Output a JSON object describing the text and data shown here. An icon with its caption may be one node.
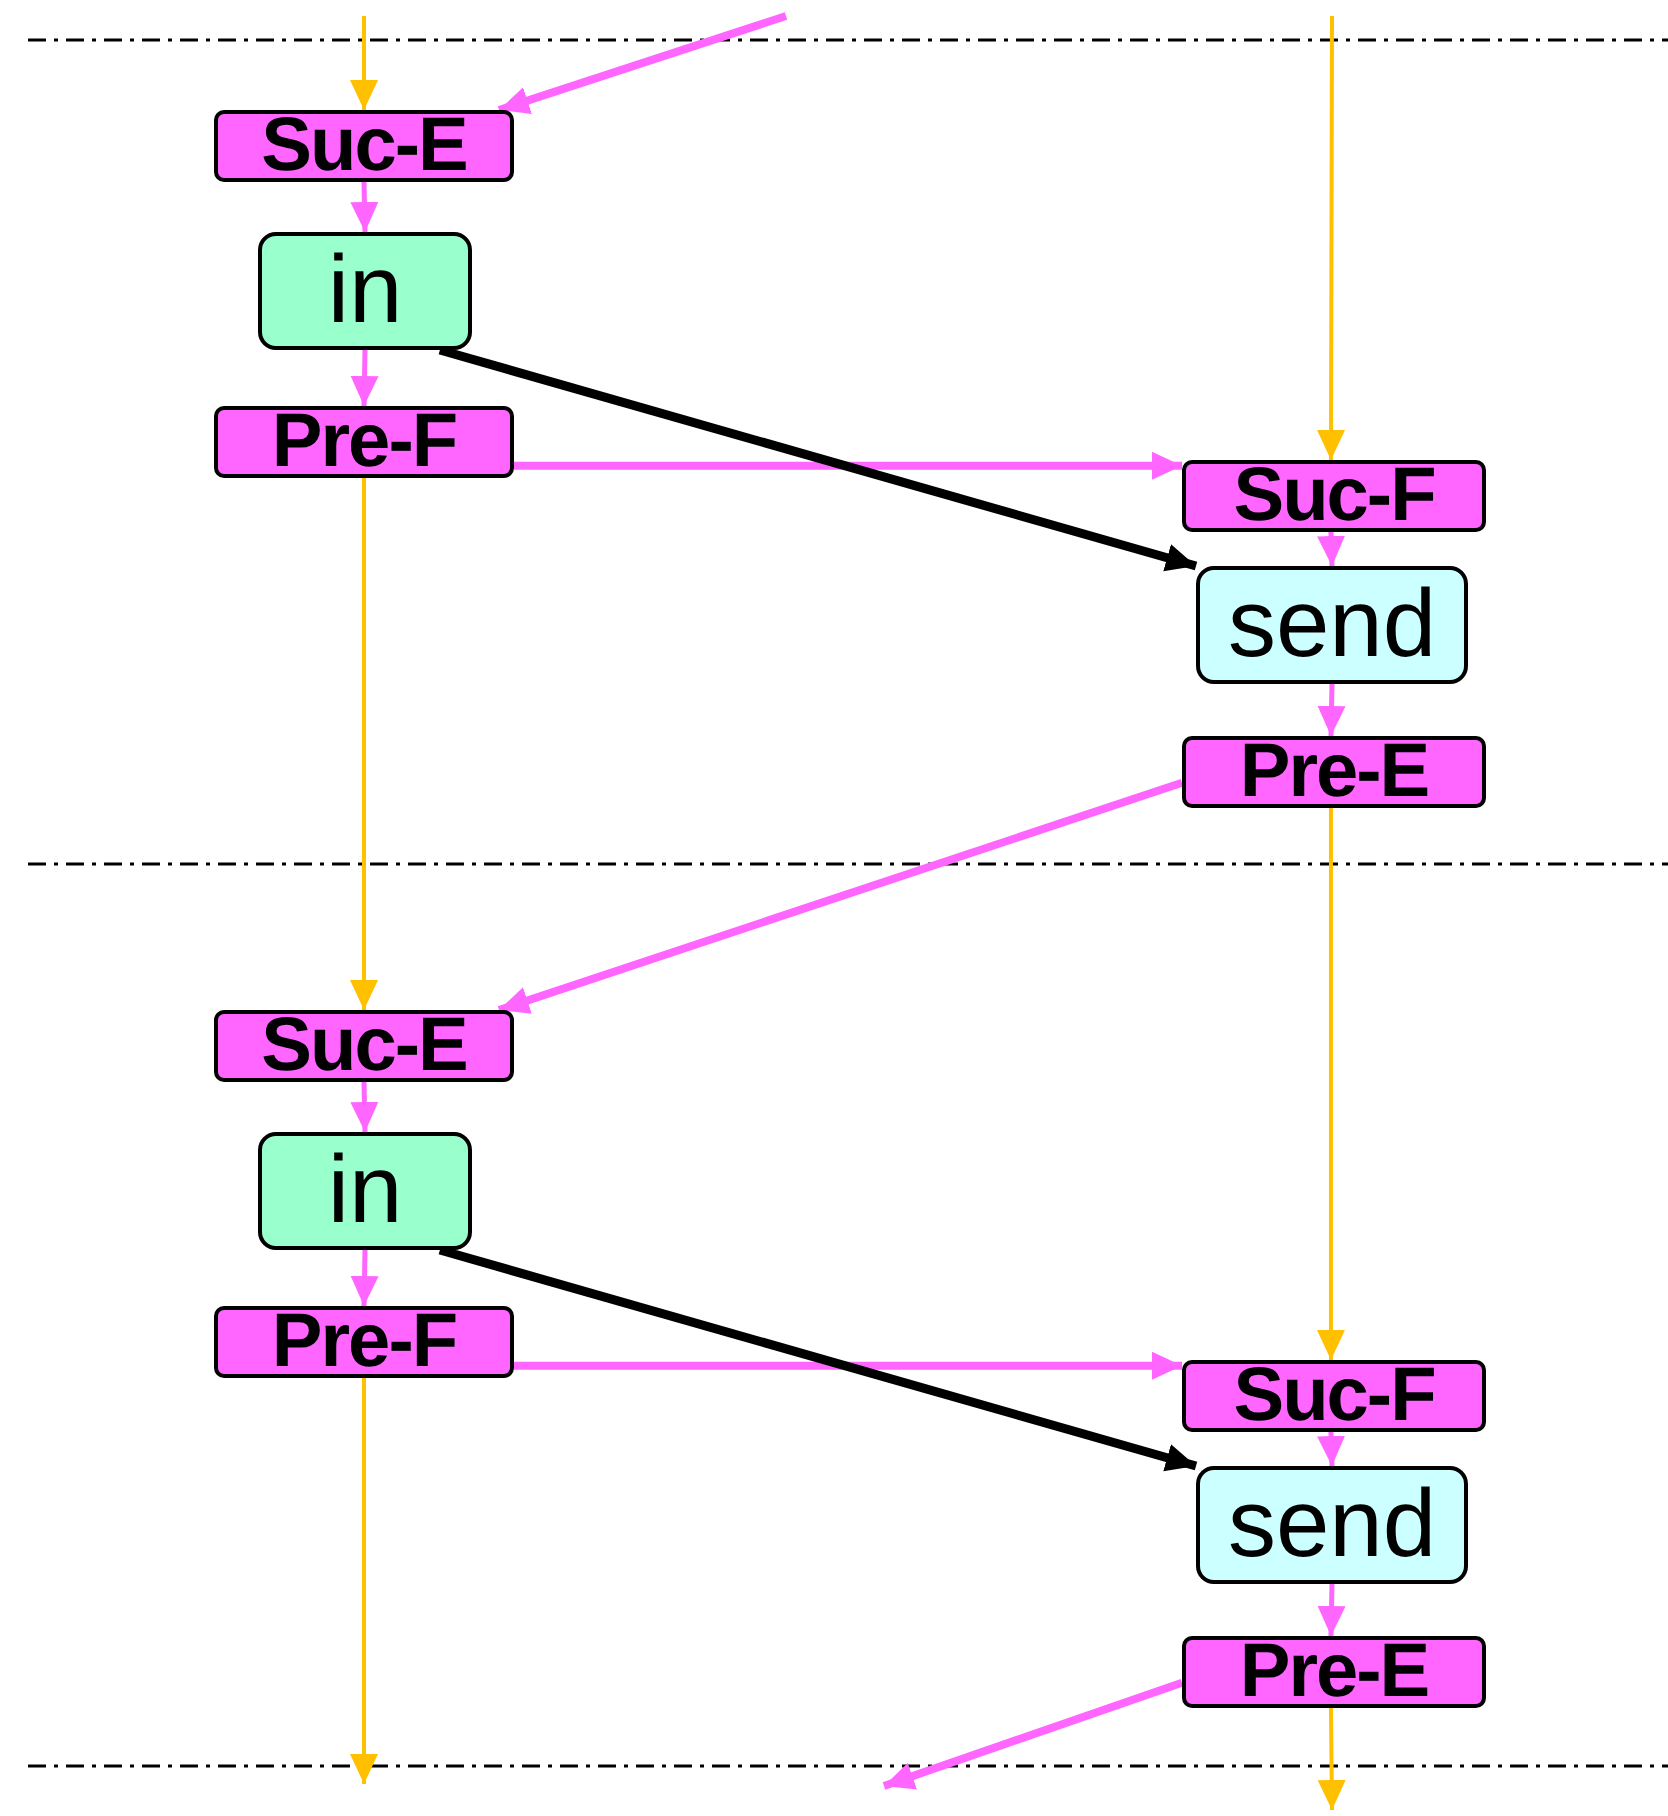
{
  "diagram": {
    "nodes": [
      {
        "text": [
          "Suc-E"
        ]
      },
      {
        "text": [
          "in"
        ]
      },
      {
        "text": [
          "Pre-F"
        ]
      },
      {
        "text": [
          "Suc-F"
        ]
      },
      {
        "text": [
          "send"
        ]
      },
      {
        "text": [
          "Pre-E"
        ]
      },
      {
        "text": [
          "Suc-E"
        ]
      },
      {
        "text": [
          "in"
        ]
      },
      {
        "text": [
          "Pre-F"
        ]
      },
      {
        "text": [
          "Suc-F"
        ]
      },
      {
        "text": [
          "send"
        ]
      },
      {
        "text": [
          "Pre-E"
        ]
      }
    ],
    "edges": [
      {
        "from": null,
        "to": 0,
        "arrow": "to",
        "color": "#ffc000"
      },
      {
        "from": null,
        "to": 0,
        "arrow": "to"
      },
      {
        "from": 0,
        "to": 1,
        "arrow": "to"
      },
      {
        "from": 1,
        "to": 2,
        "arrow": "to"
      },
      {
        "from": 2,
        "to": 3,
        "arrow": "to"
      },
      {
        "from": 1,
        "to": 4,
        "arrow": "to",
        "style": "thick",
        "color": "#000000"
      },
      {
        "from": null,
        "to": 3,
        "arrow": "to",
        "color": "#ffc000"
      },
      {
        "from": 3,
        "to": 4,
        "arrow": "to"
      },
      {
        "from": 4,
        "to": 5,
        "arrow": "to"
      },
      {
        "from": 5,
        "to": 6,
        "arrow": "to"
      },
      {
        "from": 2,
        "to": 6,
        "arrow": "to",
        "color": "#ffc000"
      },
      {
        "from": 5,
        "to": 9,
        "arrow": "to",
        "color": "#ffc000"
      },
      {
        "from": 6,
        "to": 7,
        "arrow": "to"
      },
      {
        "from": 7,
        "to": 8,
        "arrow": "to"
      },
      {
        "from": 8,
        "to": 9,
        "arrow": "to"
      },
      {
        "from": 7,
        "to": 10,
        "arrow": "to",
        "style": "thick",
        "color": "#000000"
      },
      {
        "from": 9,
        "to": 10,
        "arrow": "to"
      },
      {
        "from": 10,
        "to": 11,
        "arrow": "to"
      },
      {
        "from": 8,
        "to": null,
        "arrow": "to",
        "color": "#ffc000"
      },
      {
        "from": 11,
        "to": null,
        "arrow": "to"
      },
      {
        "from": 11,
        "to": null,
        "arrow": "to",
        "color": "#ffc000"
      }
    ]
  }
}
